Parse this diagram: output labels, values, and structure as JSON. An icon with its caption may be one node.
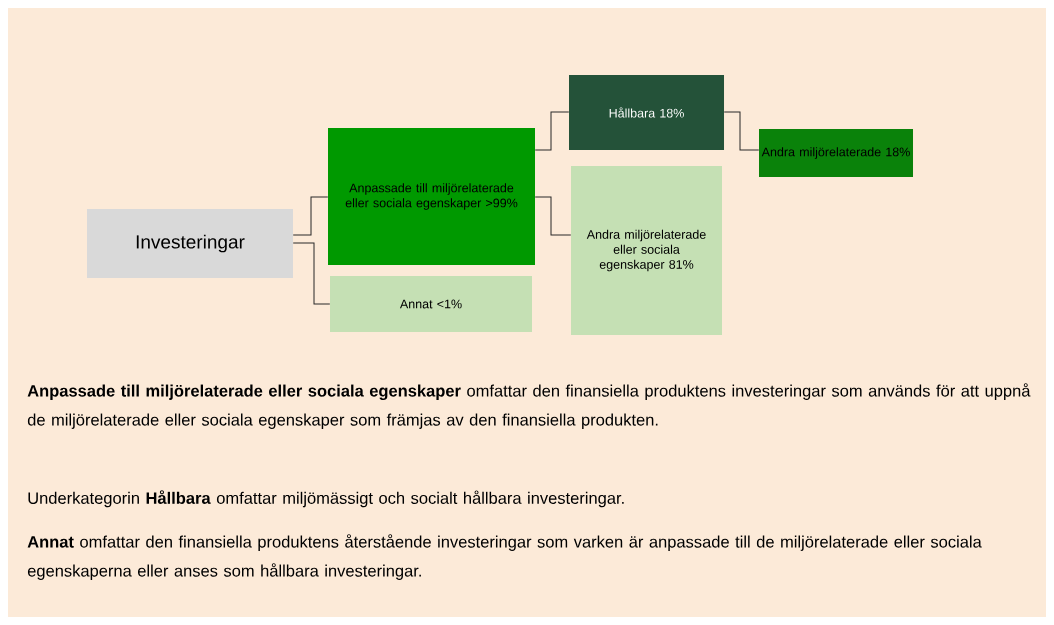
{
  "diagram": {
    "nodes": [
      {
        "text": [
          "Investeringar"
        ]
      },
      {
        "text": [
          "Anpassade till miljörelaterade eller sociala egenskaper >99%"
        ]
      },
      {
        "text": [
          "Annat <1%"
        ]
      },
      {
        "text": [
          "Hållbara 18%"
        ]
      },
      {
        "text": [
          "Andra miljörelaterade eller sociala egenskaper 81%"
        ]
      },
      {
        "text": [
          "Andra miljörelaterade 18%"
        ]
      }
    ],
    "edges": [
      {
        "from": 0,
        "to": 1,
        "arrow": "none"
      },
      {
        "from": 0,
        "to": 2,
        "arrow": "none"
      },
      {
        "from": 1,
        "to": 3,
        "arrow": "none"
      },
      {
        "from": 1,
        "to": 4,
        "arrow": "none"
      },
      {
        "from": 3,
        "to": 5,
        "arrow": "none"
      }
    ],
    "labels": [
      "**Anpassade till miljörelaterade eller sociala egenskaper** omfattar den finansiella produktens investeringar som används för att uppnå de miljörelaterade eller sociala egenskaper som främjas av den finansiella produkten.",
      "Underkategorin **Hållbara** omfattar miljömässigt och socialt hållbara investeringar.",
      "**Annat** omfattar den finansiella produktens återstående investeringar som varken är anpassade till de miljörelaterade eller sociala egenskaperna eller anses som hållbara investeringar."
    ]
  }
}
